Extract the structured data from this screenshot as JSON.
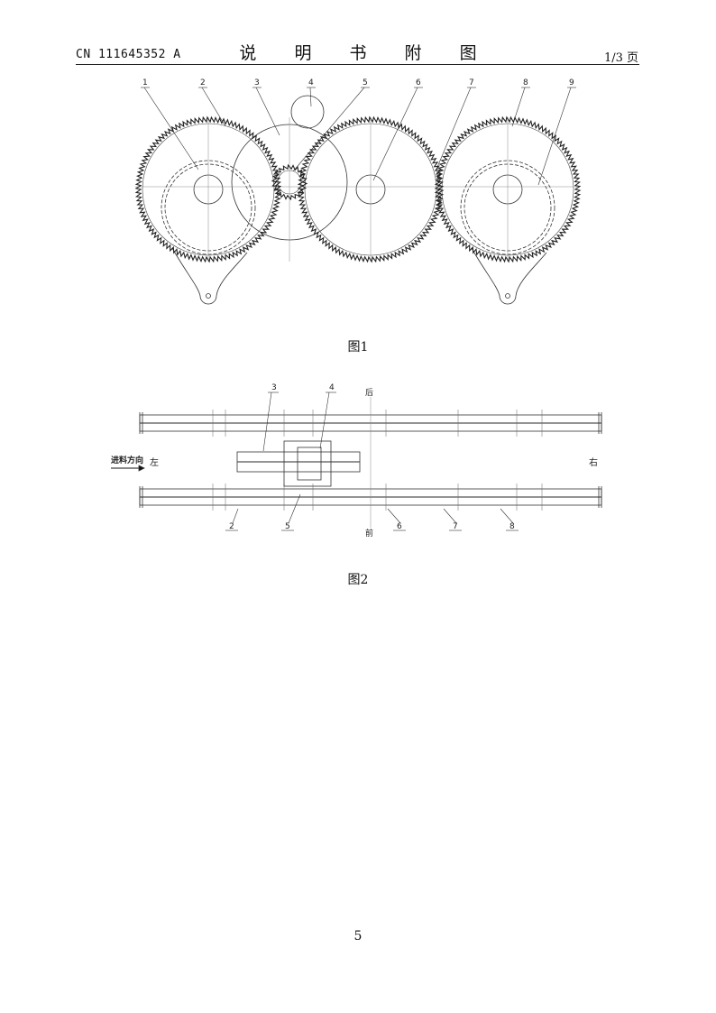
{
  "header": {
    "pub_number": "CN 111645352 A",
    "title": "说 明 书 附 图",
    "page_of": "1/3 页"
  },
  "figure1": {
    "caption": "图1",
    "labels": [
      "1",
      "2",
      "3",
      "4",
      "5",
      "6",
      "7",
      "8",
      "9"
    ]
  },
  "figure2": {
    "caption": "图2",
    "top_labels": [
      "3",
      "4"
    ],
    "bottom_labels": [
      "2",
      "5",
      "6",
      "7",
      "8"
    ],
    "back_text": "后",
    "front_text": "前",
    "left_text": "左",
    "right_text": "右",
    "feed_direction": "进料方向"
  },
  "footer": {
    "page_number": "5"
  }
}
